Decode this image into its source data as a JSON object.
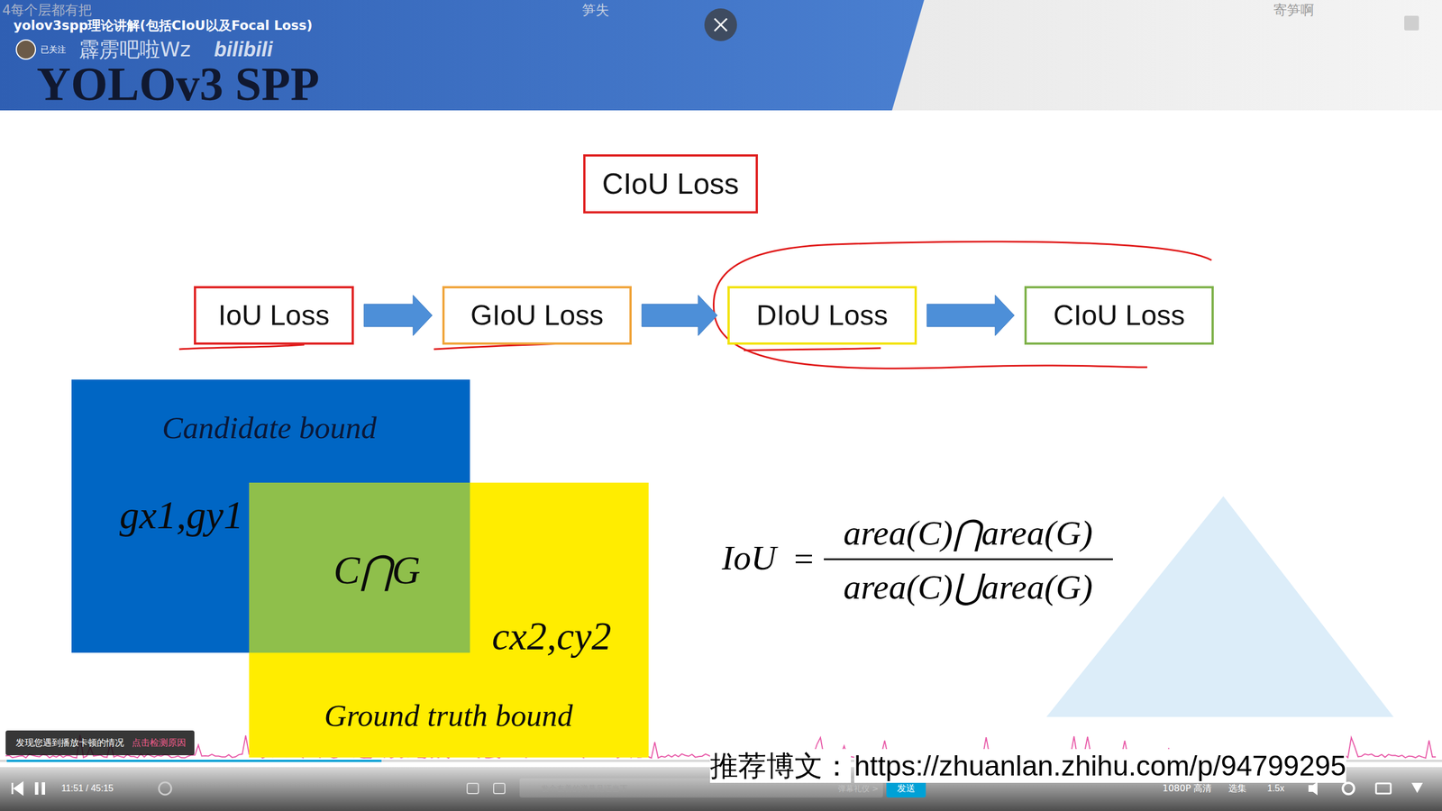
{
  "diagram": {
    "title": "YOLOv3 SPP",
    "nodes": [
      {
        "text": [
          "CIoU Loss"
        ]
      },
      {
        "text": [
          "IoU Loss"
        ]
      },
      {
        "text": [
          "GIoU Loss"
        ]
      },
      {
        "text": [
          "DIoU Loss"
        ]
      },
      {
        "text": [
          "CIoU Loss"
        ]
      },
      {
        "text": [
          "Candidate bound",
          "gx1,gy1"
        ]
      },
      {
        "text": [
          "C⋂G"
        ]
      },
      {
        "text": [
          "cx2,cy2",
          "Ground truth bound"
        ]
      }
    ],
    "edges": [
      {
        "from": 1,
        "to": 2,
        "arrow": "to"
      },
      {
        "from": 2,
        "to": 3,
        "arrow": "to"
      },
      {
        "from": 3,
        "to": 4,
        "arrow": "to"
      }
    ],
    "labels": [
      "4每个层都有把",
      "笋失",
      "寄笋啊",
      "yolov3spp理论讲解(包括CIoU以及Focal Loss)",
      "已关注",
      "霹雳吧啦Wz",
      "bilibili",
      "IoU",
      "=",
      "area(C)⋂area(G)",
      "area(C)⋃area(G)",
      "推荐博文：",
      "https://zhuanlan.zhihu.com/p/94799295",
      "发现您遇到播放卡顿的情况",
      "点击检测原因",
      "11:51 / 45:15",
      "发个友善的弹幕见证当下",
      "弹幕礼仪 >",
      "发送",
      "1080P 高清",
      "选集",
      "1.5x"
    ]
  }
}
